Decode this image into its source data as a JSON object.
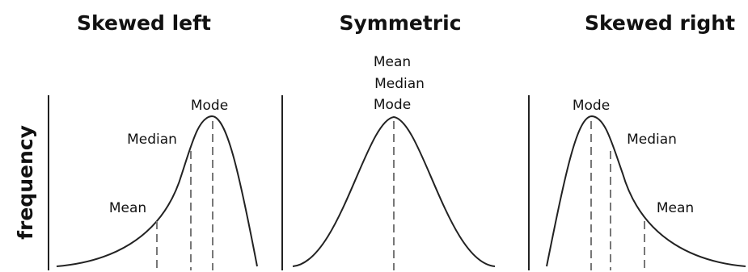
{
  "axis_label": "frequency",
  "panels": [
    {
      "title": "Skewed left",
      "markers": [
        {
          "label": "Mode"
        },
        {
          "label": "Median"
        },
        {
          "label": "Mean"
        }
      ]
    },
    {
      "title": "Symmetric",
      "markers": [
        {
          "label": "Mean"
        },
        {
          "label": "Median"
        },
        {
          "label": "Mode"
        }
      ]
    },
    {
      "title": "Skewed right",
      "markers": [
        {
          "label": "Mode"
        },
        {
          "label": "Median"
        },
        {
          "label": "Mean"
        }
      ]
    }
  ]
}
